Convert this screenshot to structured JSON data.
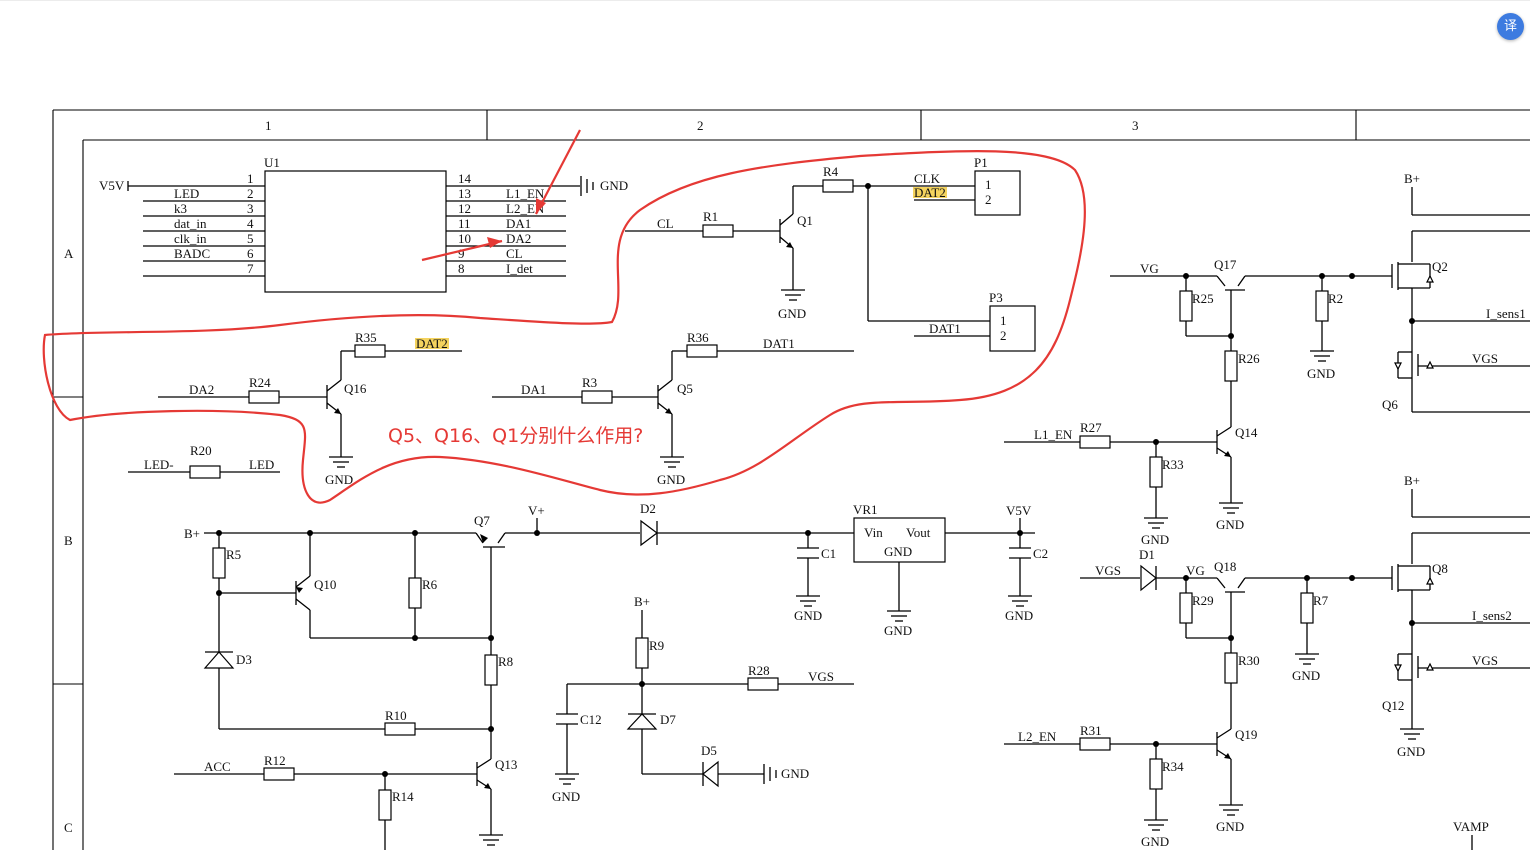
{
  "frame": {
    "columns": [
      "1",
      "2",
      "3"
    ],
    "rows": [
      "A",
      "B",
      "C"
    ]
  },
  "u1": {
    "ref": "U1",
    "left_pins": [
      {
        "num": "1",
        "net": "V5V"
      },
      {
        "num": "2",
        "net": "LED"
      },
      {
        "num": "3",
        "net": "k3"
      },
      {
        "num": "4",
        "net": "dat_in"
      },
      {
        "num": "5",
        "net": "clk_in"
      },
      {
        "num": "6",
        "net": "BADC"
      },
      {
        "num": "7",
        "net": ""
      }
    ],
    "right_pins": [
      {
        "num": "14",
        "net": ""
      },
      {
        "num": "13",
        "net": "L1_EN"
      },
      {
        "num": "12",
        "net": "L2_EN"
      },
      {
        "num": "11",
        "net": "DA1"
      },
      {
        "num": "10",
        "net": "DA2"
      },
      {
        "num": "9",
        "net": "CL"
      },
      {
        "num": "8",
        "net": "I_det"
      }
    ]
  },
  "gnd": "GND",
  "labels": {
    "v5v": "V5V",
    "cl": "CL",
    "clk": "CLK",
    "dat2": "DAT2",
    "dat1": "DAT1",
    "da2": "DA2",
    "da1": "DA1",
    "led_minus": "LED-",
    "led": "LED",
    "b_plus": "B+",
    "v_plus": "V+",
    "acc": "ACC",
    "vgs": "VGS",
    "vg": "VG",
    "l1_en": "L1_EN",
    "l2_en": "L2_EN",
    "i_sens1": "I_sens1",
    "i_sens2": "I_sens2",
    "vin": "Vin",
    "vout": "Vout",
    "vamp": "VAMP"
  },
  "refs": {
    "p1": "P1",
    "p3": "P3",
    "pin1": "1",
    "pin2": "2",
    "r1": "R1",
    "r2": "R2",
    "r3": "R3",
    "r4": "R4",
    "r5": "R5",
    "r6": "R6",
    "r7": "R7",
    "r8": "R8",
    "r9": "R9",
    "r10": "R10",
    "r12": "R12",
    "r14": "R14",
    "r20": "R20",
    "r24": "R24",
    "r25": "R25",
    "r26": "R26",
    "r27": "R27",
    "r28": "R28",
    "r29": "R29",
    "r30": "R30",
    "r31": "R31",
    "r33": "R33",
    "r34": "R34",
    "r35": "R35",
    "r36": "R36",
    "q1": "Q1",
    "q2": "Q2",
    "q5": "Q5",
    "q6": "Q6",
    "q7": "Q7",
    "q8": "Q8",
    "q10": "Q10",
    "q12": "Q12",
    "q13": "Q13",
    "q14": "Q14",
    "q16": "Q16",
    "q17": "Q17",
    "q18": "Q18",
    "q19": "Q19",
    "d1": "D1",
    "d2": "D2",
    "d3": "D3",
    "d5": "D5",
    "d7": "D7",
    "c1": "C1",
    "c2": "C2",
    "c12": "C12",
    "vr1": "VR1"
  },
  "annotation": {
    "question": "Q5、Q16、Q1分别什么作用?",
    "color": "#e53935"
  },
  "corner_button": {
    "icon": "translate-icon",
    "glyph": "译"
  }
}
